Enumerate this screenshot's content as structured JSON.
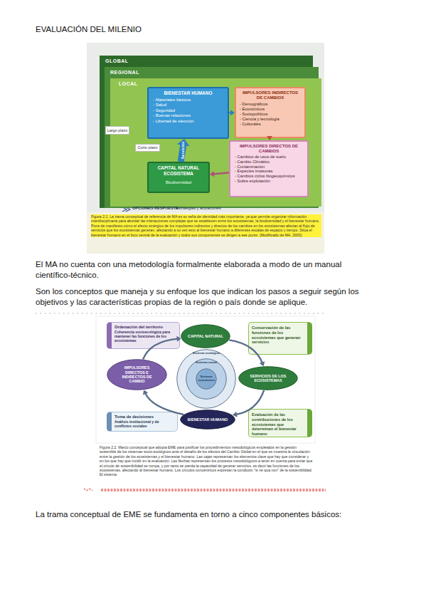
{
  "diagram": {
    "title": "EVALUACIÓN DEL MILENIO",
    "nodes": [
      {
        "text": [
          "GLOBAL"
        ]
      },
      {
        "text": [
          "REGIONAL"
        ],
        "in": 0
      },
      {
        "text": [
          "LOCAL"
        ],
        "in": 1
      },
      {
        "text": [
          "BIENESTAR HUMANO",
          "- Materiales básicos",
          "- Salud",
          "- Seguridad",
          "- Buenas relaciones",
          "- Libertad de elección"
        ],
        "in": 2
      },
      {
        "text": [
          "IMPULSORES INDIRECTOS DE CAMBIOS",
          "- Demográficos",
          "- Económicos",
          "- Sociopolíticos",
          "- Ciencia y tecnología",
          "- Culturales"
        ],
        "in": 2
      },
      {
        "text": [
          "Largo plazo"
        ],
        "in": 2
      },
      {
        "text": [
          "Corto plazo"
        ],
        "in": 2
      },
      {
        "text": [
          "IMPULSORES DIRECTOS DE CAMBIOS",
          "- Cambios de usos de suelo",
          "- Cambio Climático",
          "- Contaminación",
          "- Especies invasoras",
          "- Cambios ciclos biogeoquímicos",
          "- Sobre explotación"
        ],
        "in": 2
      },
      {
        "text": [
          "CAPITAL NATURAL ECOSISTEMA",
          "Biodiversidad"
        ],
        "in": 2
      },
      {
        "text": [
          "Ordenación del territorio",
          "Coherencia socioecológica para mantener las funciones de los ecosistemas"
        ]
      },
      {
        "text": [
          "CAPITAL NATURAL"
        ]
      },
      {
        "text": [
          "Conservación de las funciones de los ecosistemas que generan servicios"
        ]
      },
      {
        "text": [
          "IMPULSORES DIRECTOS E INDIRECTOS DE CAMBIO"
        ]
      },
      {
        "text": [
          "Sistema ecológico"
        ]
      },
      {
        "text": [
          "Sistema social"
        ],
        "in": 13
      },
      {
        "text": [
          "Sistema económico"
        ],
        "in": 14
      },
      {
        "text": [
          "SERVICIOS DE LOS ECOSISTEMAS"
        ]
      },
      {
        "text": [
          "Toma de decisiones",
          "Análisis institucional y de conflictos sociales"
        ]
      },
      {
        "text": [
          "BIENESTAR HUMANO"
        ]
      },
      {
        "text": [
          "Evaluación de las contribuciones de los ecosistemas que determinan el bienestar humano"
        ]
      }
    ],
    "edges": [
      {
        "from": 3,
        "to": 4,
        "arrow": "to"
      },
      {
        "from": 4,
        "to": 7,
        "arrow": "to"
      },
      {
        "from": 7,
        "to": 8,
        "arrow": "to"
      },
      {
        "from": 8,
        "to": 3,
        "label": "Servicios",
        "arrow": "to"
      },
      {
        "from": 10,
        "to": 16,
        "arrow": "to"
      },
      {
        "from": 16,
        "to": 18,
        "arrow": "to"
      },
      {
        "from": 18,
        "to": 12,
        "arrow": "to"
      },
      {
        "from": 12,
        "to": 10,
        "arrow": "to"
      }
    ],
    "labels": [
      "OPCIONES RESPUESTA",
      "Estrategias y actuaciones",
      "Figura 2.1. La trama conceptual de referencia de MA es su seña de identidad más importante, ya que permite organizar información interdisciplinaria para abordar las interacciones complejas que se establecen entre los ecosistemas, la biodiversidad y el bienestar humano. Pone de manifiesto cómo el efecto sinérgico de los impulsores indirectos y directos de los cambios en los ecosistemas afectan al flujo de servicios que los ecosistemas generan, afectando a su vez esto al bienestar humano a diferentes escalas de espacio y tiempo. Sitúa el bienestar humano en el foco central de la evaluación y todos sus componentes se dirigen a ese punto. (Modificado de MA, 2003).",
      "El MA no cuenta con una metodología formalmente elaborada a modo de un manual científico-técnico.",
      "Son los conceptos que maneja y su enfoque los que indican los pasos a seguir según los objetivos y las características propias de la región o país donde se aplique.",
      "Figura 2.2. Marco conceptual que adopta EME para justificar los procedimientos metodológicos empleados en la gestión sostenible de los sistemas socio-ecológicos ante el desafío de los efectos del Cambio Global en el que se muestra la vinculación entre la gestión de los ecosistemas y el bienestar humano. Las cajas representan los elementos clave que hay que considerar y en los que hay que incidir en la evaluación. Las flechas representan los procesos metodológicos a tener en cuenta para evitar que el círculo de sostenibilidad se rompa, y por tanto se pierda la capacidad de generar servicios, es decir las funciones de los ecosistemas, afectando al bienestar humano. Los círculos concéntricos expresan la condición \"si ne qua non\" de la sostenibilidad. El sistema",
      "La trama conceptual de EME se fundamenta en torno a cinco componentes básicos:"
    ]
  }
}
